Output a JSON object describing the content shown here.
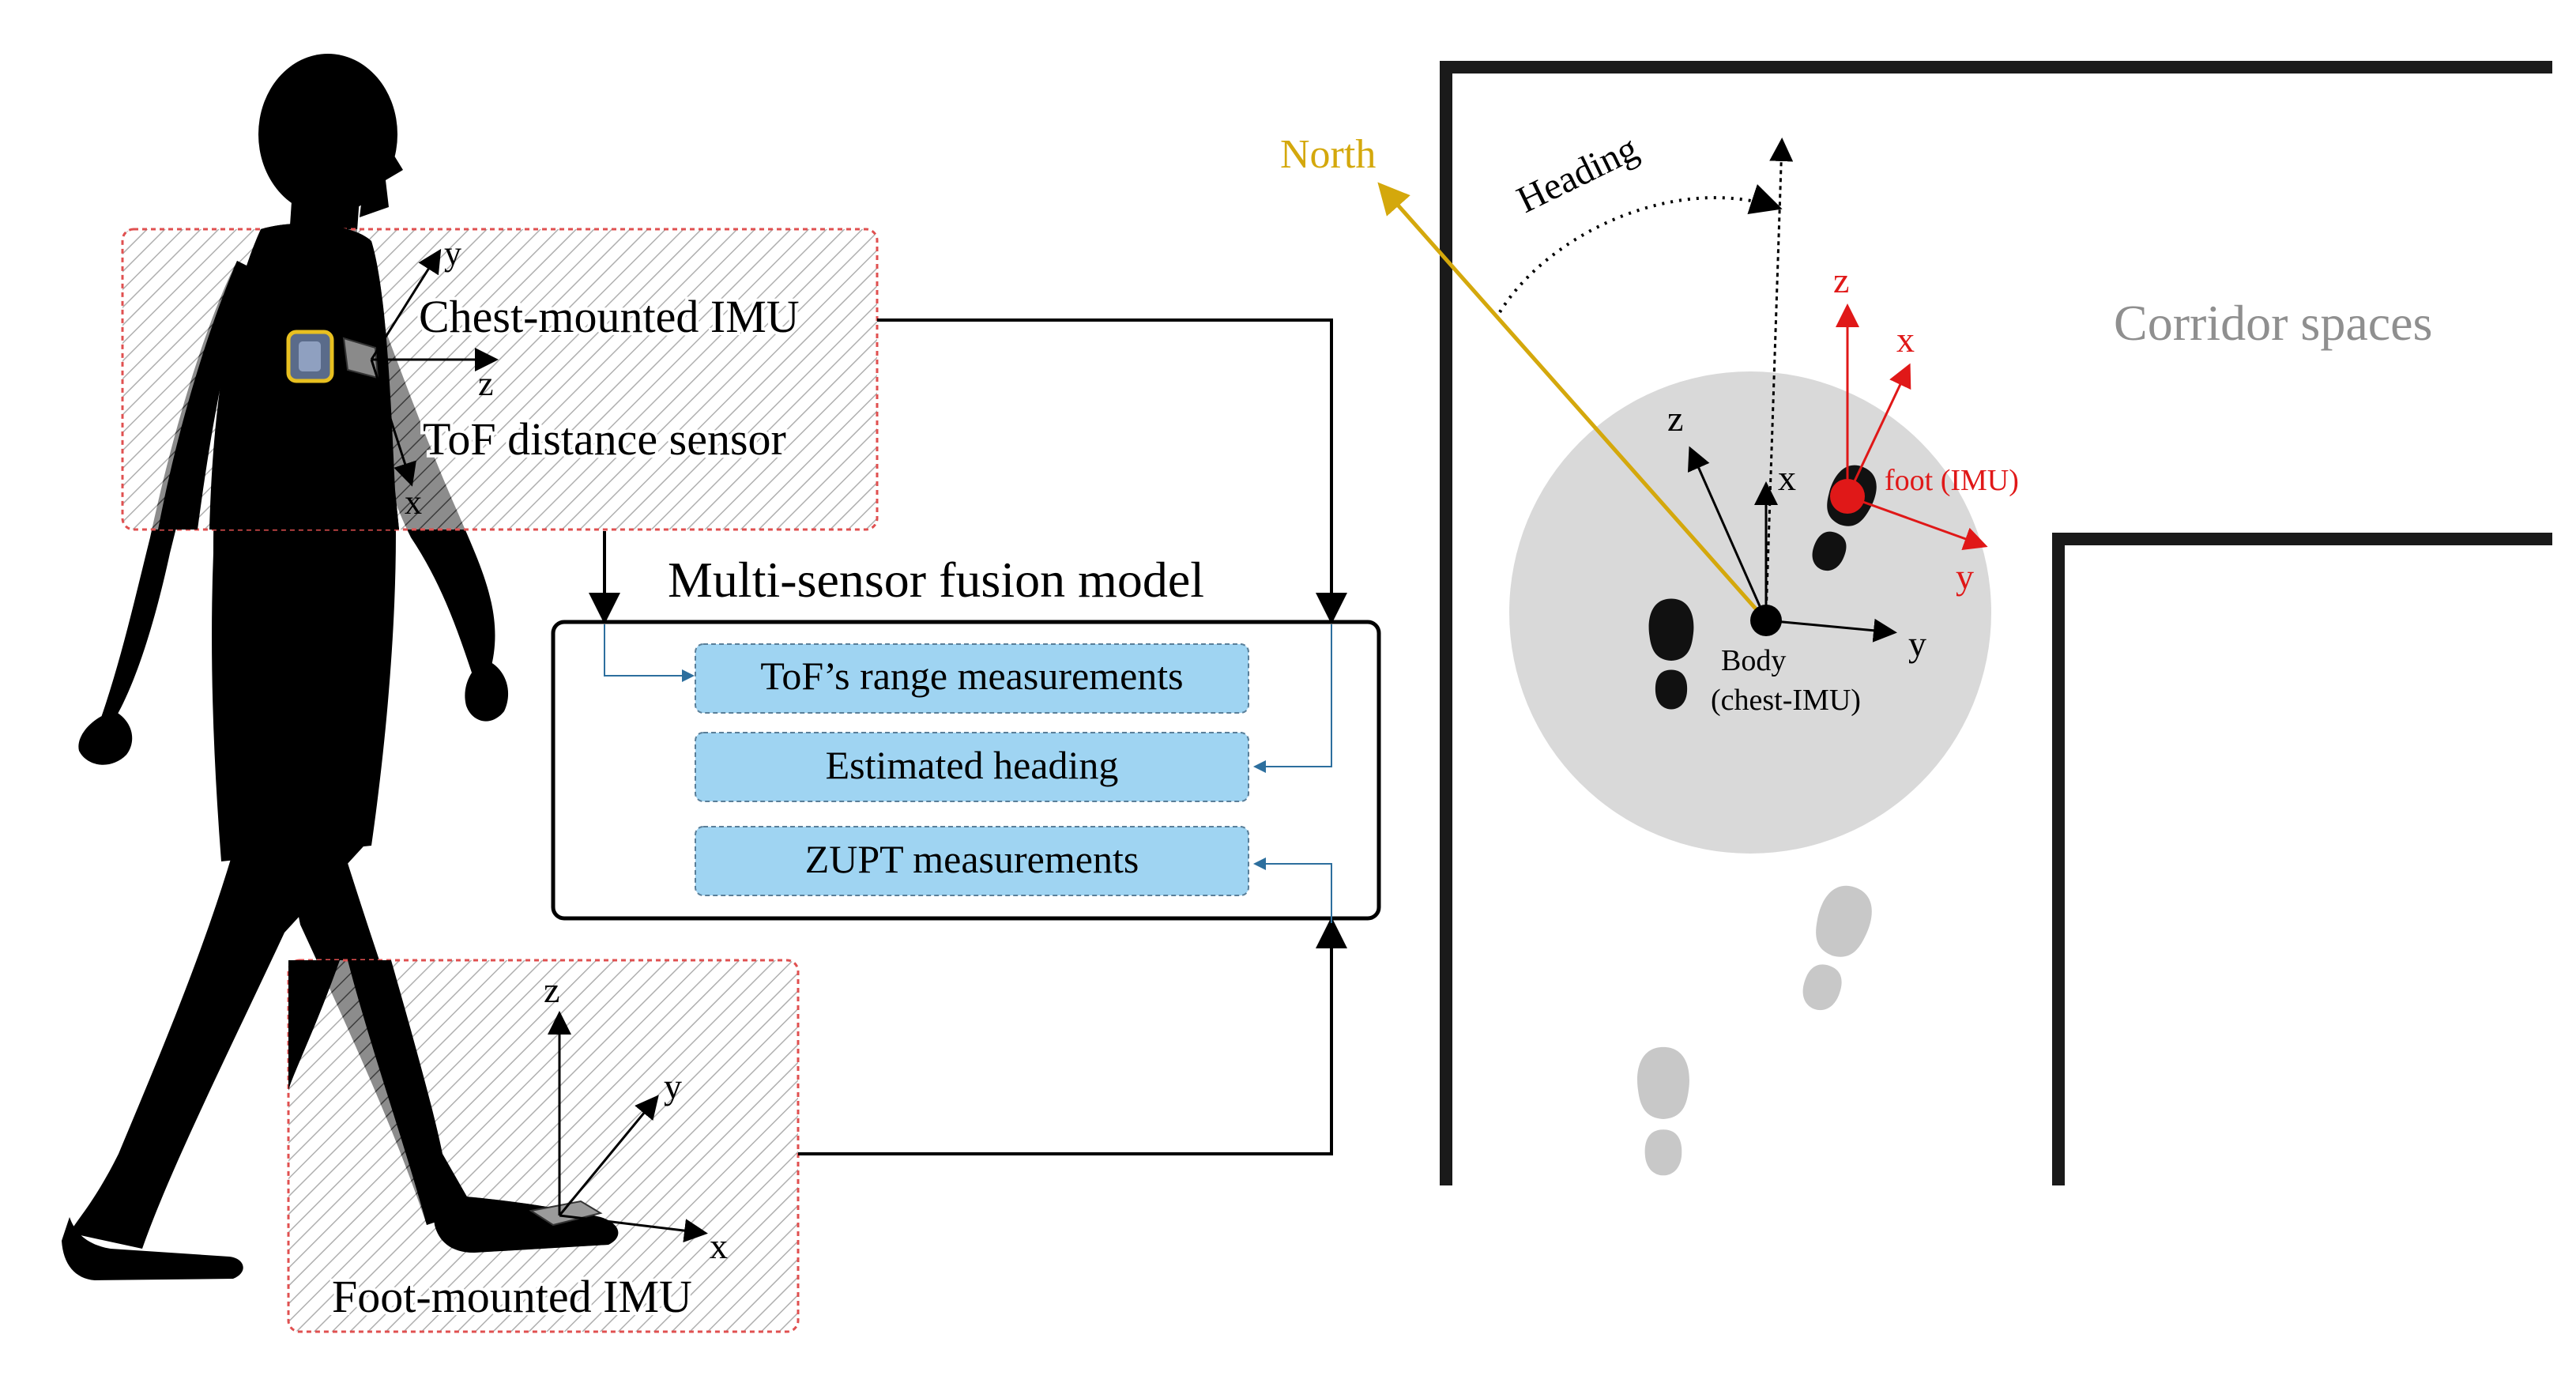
{
  "labels": {
    "chest_imu": "Chest-mounted IMU",
    "tof_sensor": "ToF distance sensor",
    "foot_imu": "Foot-mounted IMU",
    "fusion_title": "Multi-sensor fusion model",
    "north": "North",
    "heading": "Heading",
    "corridor": "Corridor spaces",
    "foot_imu_small": "foot (IMU)",
    "body": "Body",
    "body_sub": "(chest-IMU)"
  },
  "fusion_items": [
    "ToF’s range measurements",
    "Estimated heading",
    "ZUPT measurements"
  ],
  "axes": {
    "x": "x",
    "y": "y",
    "z": "z"
  },
  "colors": {
    "north": "#d4a80c",
    "foot_frame": "#e01818",
    "box_fill": "#9fd4f2",
    "box_border": "#5a7f99",
    "sensor_border": "#e05050",
    "silhouette": "#000000",
    "circle": "#d9d9d9",
    "footprint_faded": "#c8c8c8"
  }
}
